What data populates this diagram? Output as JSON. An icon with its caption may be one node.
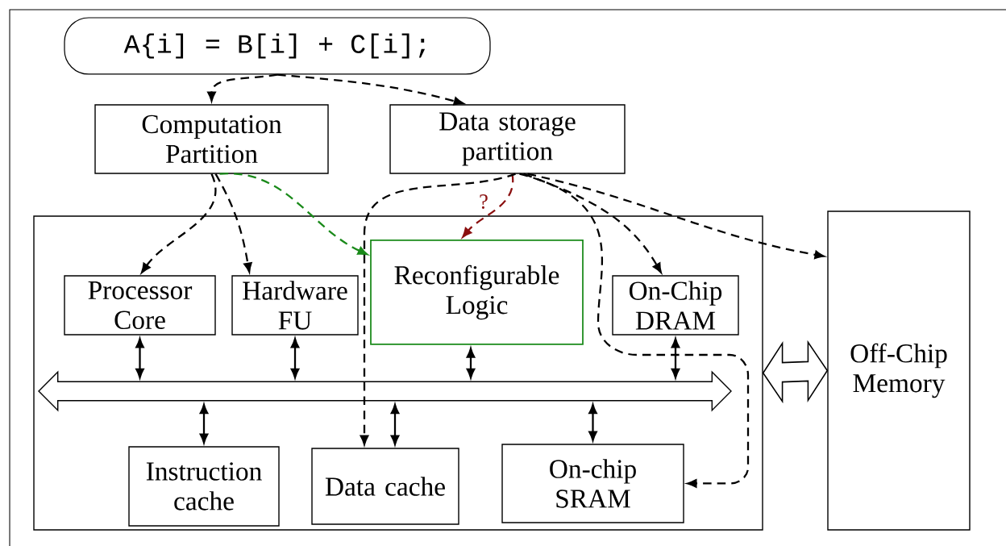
{
  "diagram": {
    "nodes": [
      {
        "text": [
          "A{i] = B[i] + C[i];"
        ]
      },
      {
        "text": [
          "Computation Partition"
        ]
      },
      {
        "text": [
          "Data storage partition"
        ]
      },
      {
        "text": [],
        "shape": "box"
      },
      {
        "text": [
          "Processor Core"
        ],
        "in": 3
      },
      {
        "text": [
          "Hardware FU"
        ],
        "in": 3
      },
      {
        "text": [
          "Reconfigurable Logic"
        ],
        "in": 3
      },
      {
        "text": [
          "On-Chip DRAM"
        ],
        "in": 3
      },
      {
        "text": [],
        "shape": "arrow",
        "in": 3
      },
      {
        "text": [
          "Instruction cache"
        ],
        "in": 3
      },
      {
        "text": [
          "Data cache"
        ],
        "in": 3
      },
      {
        "text": [
          "On-chip SRAM"
        ],
        "in": 3
      },
      {
        "text": [
          "Off-Chip Memory"
        ]
      }
    ],
    "edges": [
      {
        "from": 0,
        "to": 1,
        "arrow": "to",
        "style": "dashed"
      },
      {
        "from": 0,
        "to": 2,
        "arrow": "to",
        "style": "dashed"
      },
      {
        "from": 1,
        "to": 4,
        "arrow": "to",
        "style": "dashed"
      },
      {
        "from": 1,
        "to": 5,
        "arrow": "to",
        "style": "dashed"
      },
      {
        "from": 1,
        "to": 6,
        "arrow": "to",
        "style": "dashed",
        "color": "#1a8a1a"
      },
      {
        "from": 2,
        "to": 6,
        "arrow": "to",
        "style": "dashed",
        "color": "#8b1010",
        "label": "?"
      },
      {
        "from": 2,
        "to": 10,
        "arrow": "to",
        "style": "dashed"
      },
      {
        "from": 2,
        "to": 11,
        "arrow": "to",
        "style": "dashed"
      },
      {
        "from": 2,
        "to": 7,
        "arrow": "to",
        "style": "dashed"
      },
      {
        "from": 2,
        "to": 12,
        "arrow": "to",
        "style": "dashed"
      },
      {
        "from": 4,
        "to": 8,
        "arrow": "both"
      },
      {
        "from": 5,
        "to": 8,
        "arrow": "both"
      },
      {
        "from": 6,
        "to": 8,
        "arrow": "both"
      },
      {
        "from": 7,
        "to": 8,
        "arrow": "both"
      },
      {
        "from": 8,
        "to": 9,
        "arrow": "both"
      },
      {
        "from": 8,
        "to": 10,
        "arrow": "both"
      },
      {
        "from": 8,
        "to": 11,
        "arrow": "both"
      },
      {
        "from": 3,
        "to": 12,
        "arrow": "both",
        "style": "thick"
      }
    ]
  }
}
